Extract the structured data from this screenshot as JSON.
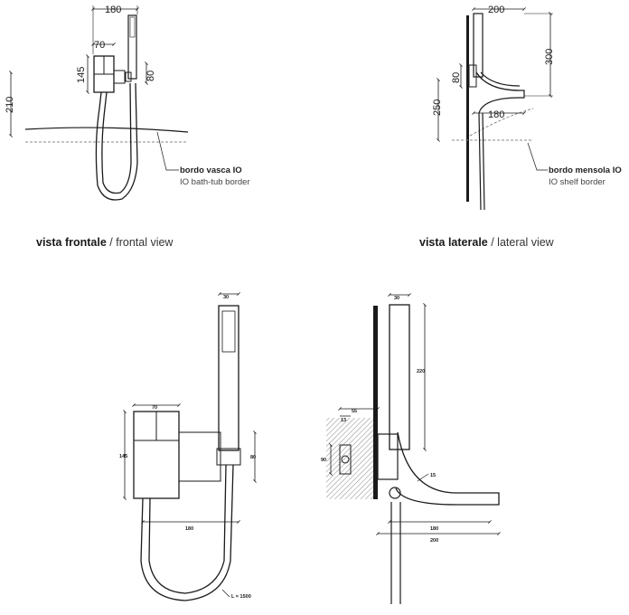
{
  "front_view": {
    "dimensions": {
      "width_total": "180",
      "width_body": "70",
      "height_body": "145",
      "height_holder": "80",
      "height_from_border": "210"
    },
    "border_caption": "bordo vasca IO",
    "border_caption_en": "IO bath-tub border",
    "view_title": "vista frontale",
    "view_sep": " / ",
    "view_title_en": "frontal view"
  },
  "side_view": {
    "dimensions": {
      "width_total": "200",
      "height_shower": "300",
      "height_body": "80",
      "height_from_border": "250",
      "projection": "180"
    },
    "border_caption": "bordo mensola IO",
    "border_caption_en": "IO shelf border",
    "view_title": "vista laterale",
    "view_sep": " / ",
    "view_title_en": "lateral view"
  },
  "tech_front": {
    "dimensions": {
      "handshower_width": "30",
      "body_width": "70",
      "body_height": "145",
      "holder_height": "80",
      "total_width": "180",
      "hose_length": "L = 1500"
    }
  },
  "tech_side": {
    "dimensions": {
      "handshower_depth": "30",
      "handshower_height": "220",
      "wall_offset": "55",
      "plate_thickness": "13",
      "body_height": "90",
      "bend_radius": "15",
      "projection": "180",
      "total_depth": "200"
    }
  }
}
